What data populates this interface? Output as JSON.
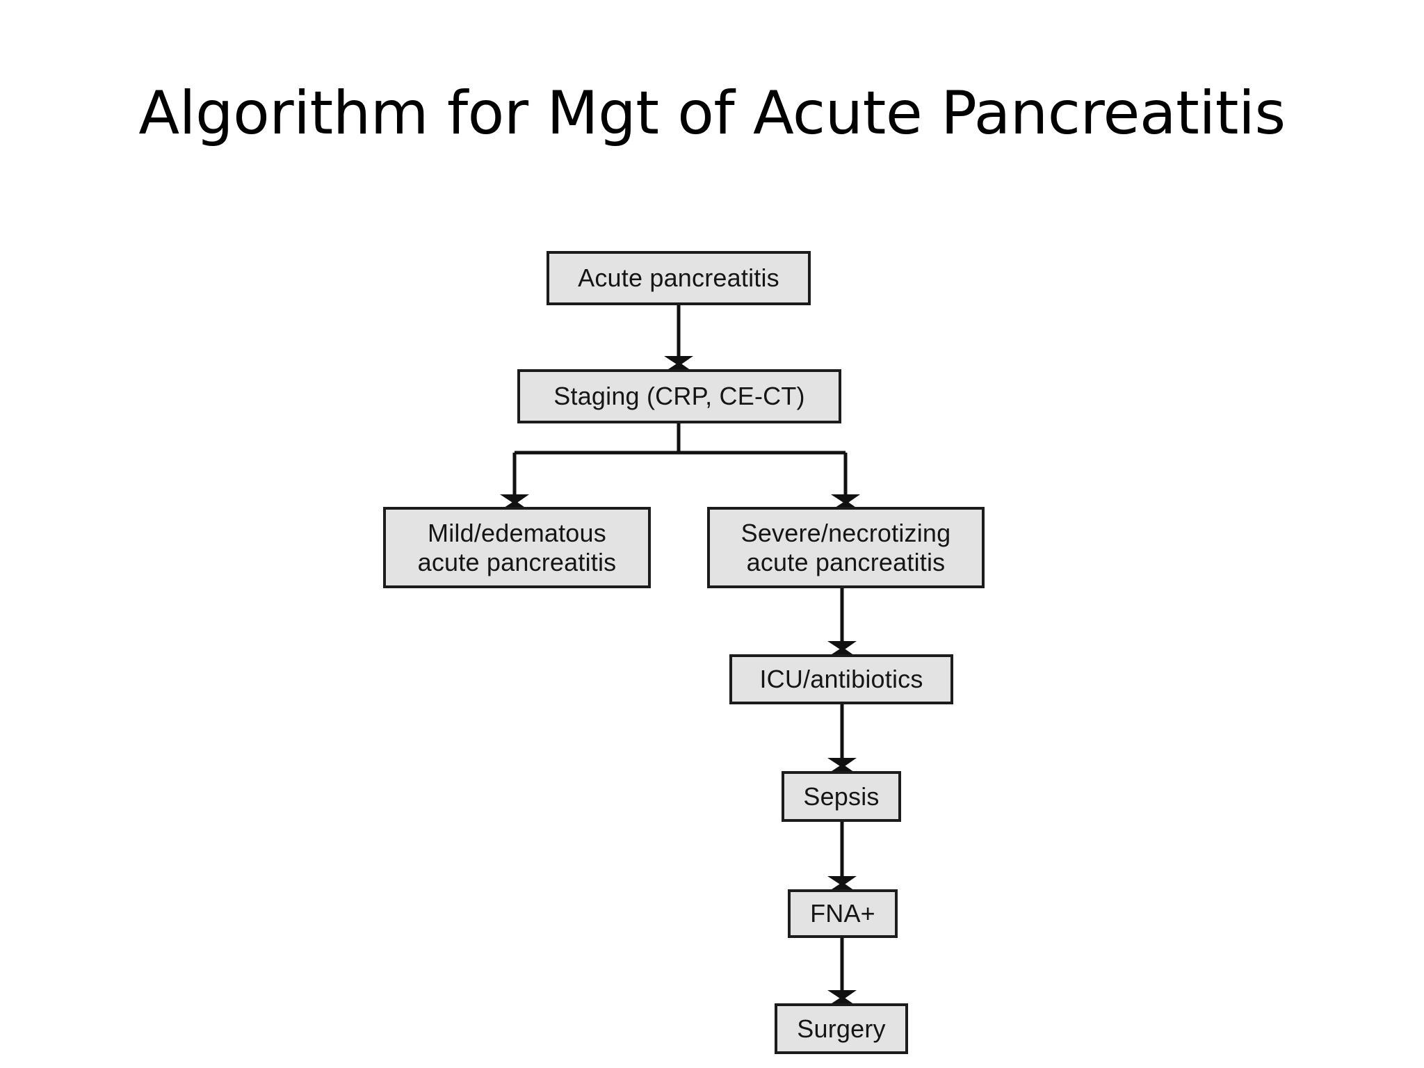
{
  "slide": {
    "title": "Algorithm for Mgt of Acute Pancreatitis",
    "background_color": "#ffffff"
  },
  "diagram_data": {
    "type": "flowchart",
    "orientation": "top-down",
    "node_fill_color": "#e3e3e3",
    "node_border_color": "#1c1c1c",
    "connector_color": "#111111",
    "nodes": [
      {
        "id": "acute",
        "label": "Acute pancreatitis"
      },
      {
        "id": "staging",
        "label": "Staging (CRP, CE-CT)"
      },
      {
        "id": "mild",
        "label": "Mild/edematous\nacute pancreatitis"
      },
      {
        "id": "severe",
        "label": "Severe/necrotizing\nacute pancreatitis"
      },
      {
        "id": "icu",
        "label": "ICU/antibiotics"
      },
      {
        "id": "sepsis",
        "label": "Sepsis"
      },
      {
        "id": "fna",
        "label": "FNA+"
      },
      {
        "id": "surgery",
        "label": "Surgery"
      }
    ],
    "edges": [
      {
        "from": "acute",
        "to": "staging",
        "style": "straight-arrow"
      },
      {
        "from": "staging",
        "to": "mild",
        "style": "branch-arrow"
      },
      {
        "from": "staging",
        "to": "severe",
        "style": "branch-arrow"
      },
      {
        "from": "severe",
        "to": "icu",
        "style": "straight-arrow"
      },
      {
        "from": "icu",
        "to": "sepsis",
        "style": "straight-arrow"
      },
      {
        "from": "sepsis",
        "to": "fna",
        "style": "straight-arrow"
      },
      {
        "from": "fna",
        "to": "surgery",
        "style": "straight-arrow"
      }
    ]
  }
}
